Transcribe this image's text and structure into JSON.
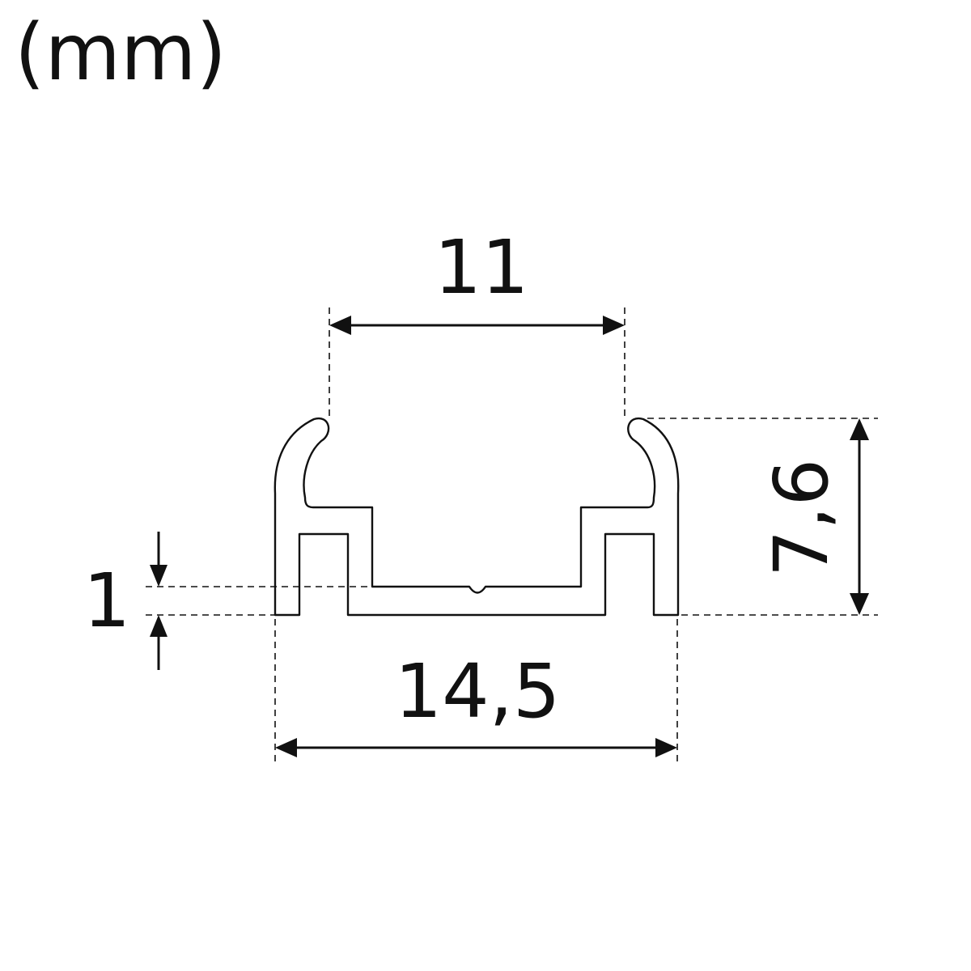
{
  "unit": "(mm)",
  "dimensions": {
    "top_opening": "11",
    "overall_width": "14,5",
    "height": "7,6",
    "base_thickness": "1"
  },
  "colors": {
    "line": "#111111",
    "background": "#ffffff"
  }
}
